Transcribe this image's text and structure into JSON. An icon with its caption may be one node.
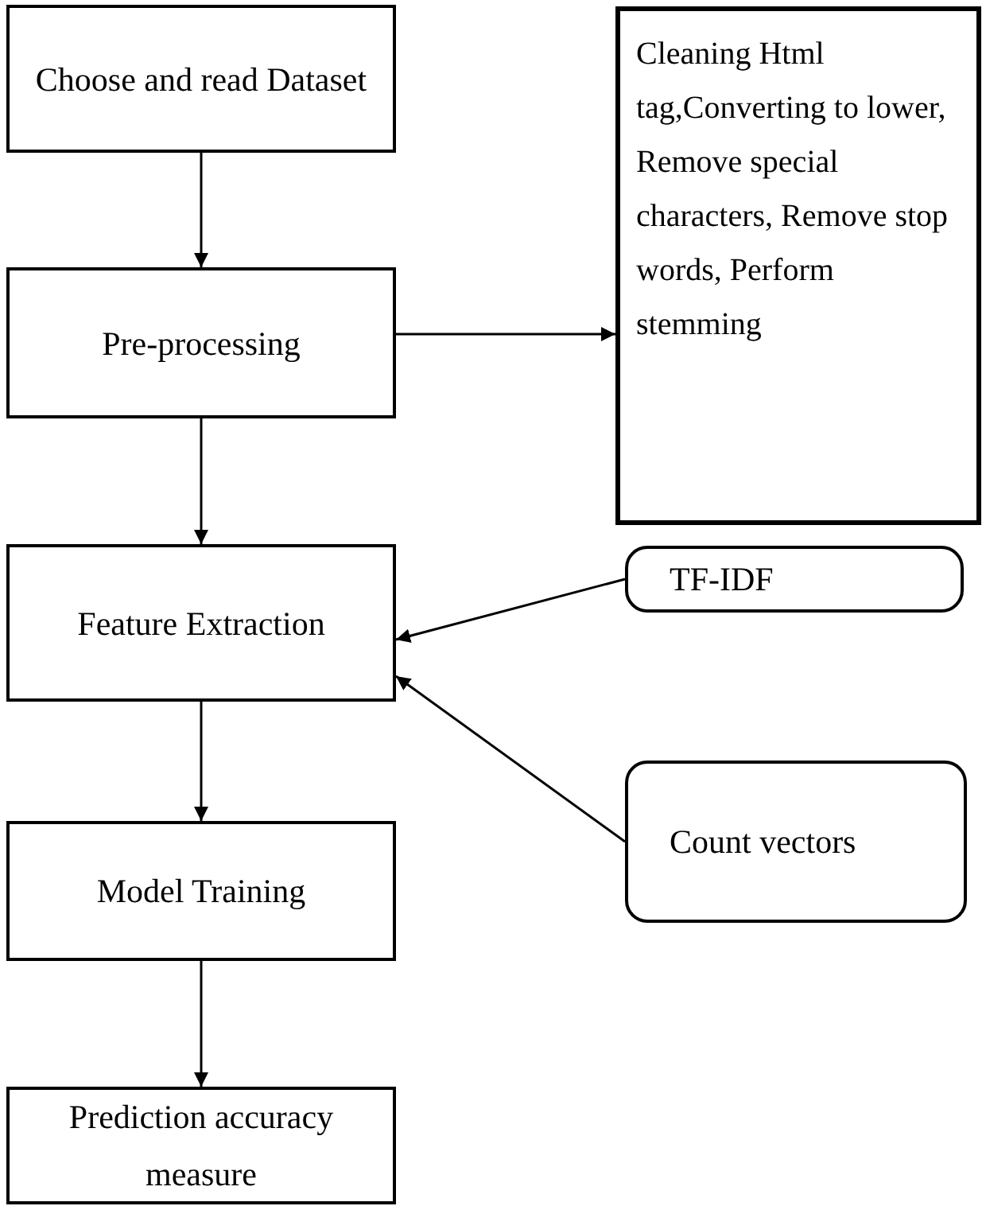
{
  "diagram": {
    "nodes": [
      {
        "text": [
          "Choose and read Dataset"
        ]
      },
      {
        "text": [
          "Pre-processing"
        ]
      },
      {
        "text": [
          "Cleaning Html tag,Converting to lower, Remove special characters, Remove stop words, Perform stemming"
        ]
      },
      {
        "text": [
          "Feature Extraction"
        ]
      },
      {
        "text": [
          "TF-IDF"
        ]
      },
      {
        "text": [
          "Count vectors"
        ]
      },
      {
        "text": [
          "Model Training"
        ]
      },
      {
        "text": [
          "Prediction accuracy measure"
        ]
      }
    ],
    "edges": [
      {
        "from": 0,
        "to": 1,
        "arrow": "to"
      },
      {
        "from": 1,
        "to": 2,
        "arrow": "to"
      },
      {
        "from": 1,
        "to": 3,
        "arrow": "to"
      },
      {
        "from": 4,
        "to": 3,
        "arrow": "to"
      },
      {
        "from": 5,
        "to": 3,
        "arrow": "to"
      },
      {
        "from": 3,
        "to": 6,
        "arrow": "to"
      },
      {
        "from": 6,
        "to": 7,
        "arrow": "to"
      }
    ]
  }
}
